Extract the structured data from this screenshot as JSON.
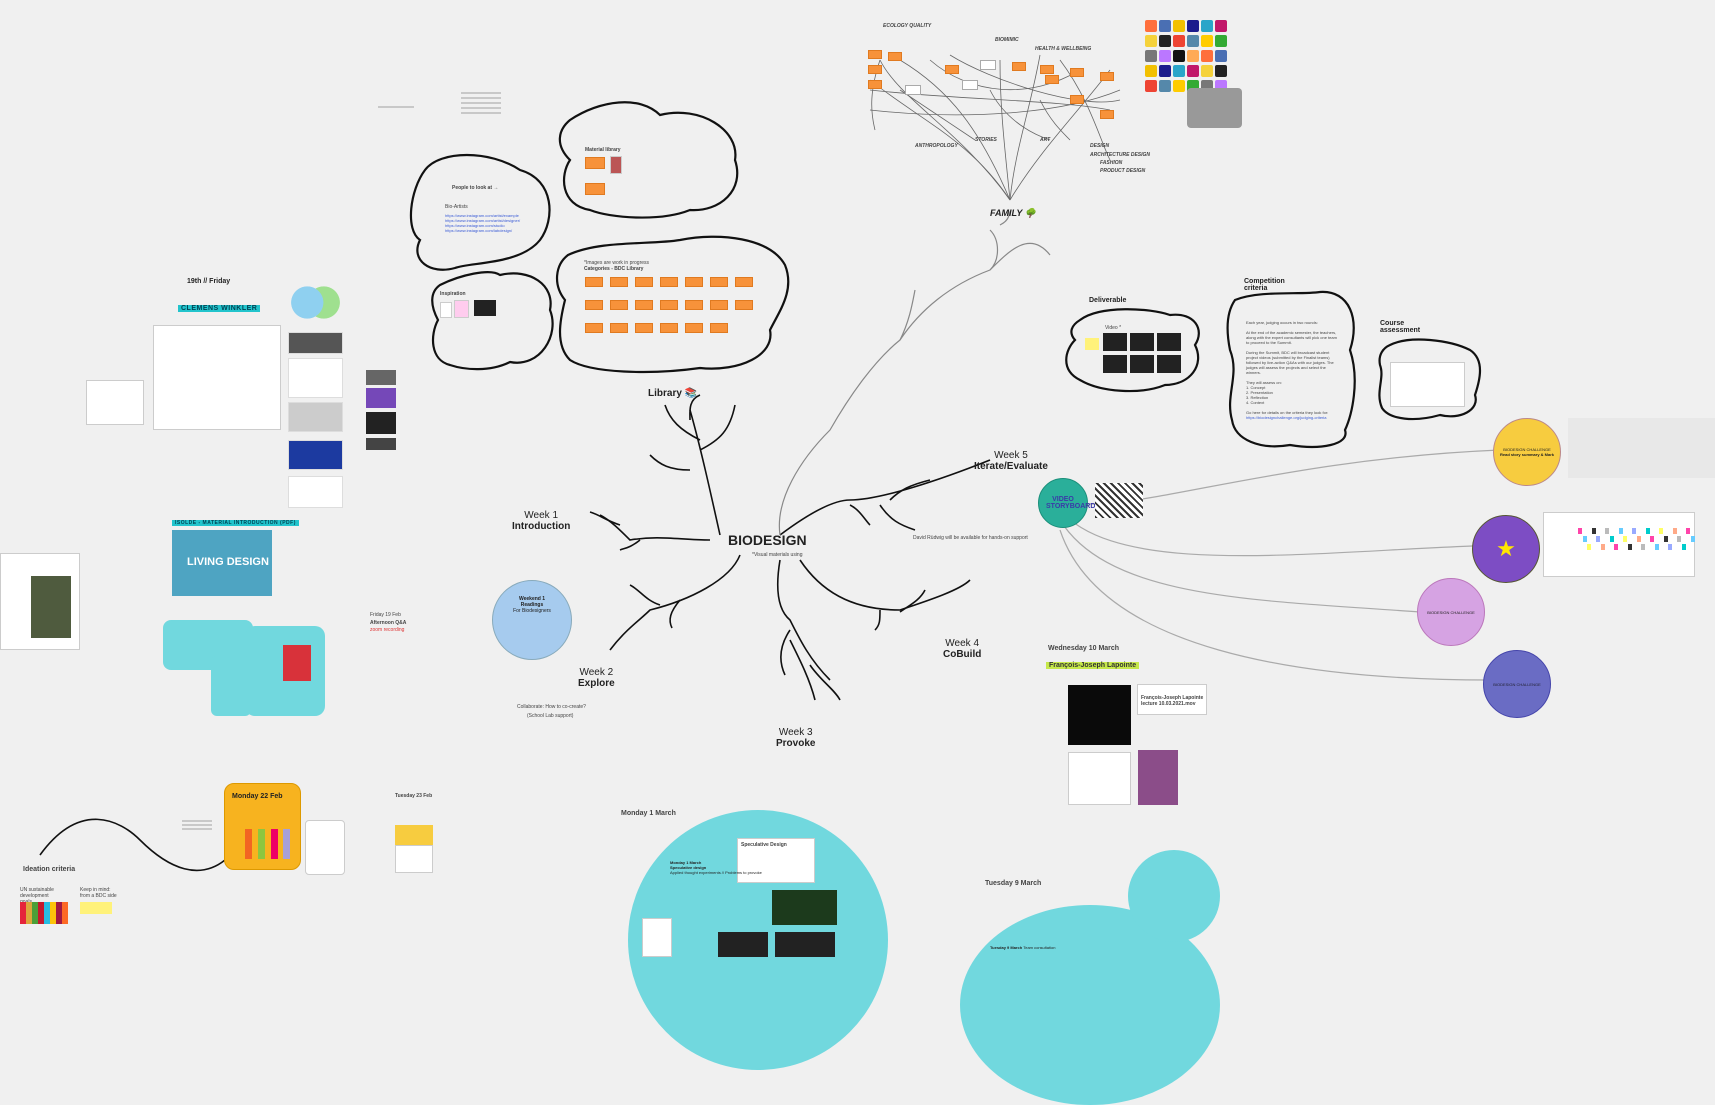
{
  "center": {
    "title": "BIODESIGN",
    "subtitle": "*Visual materials using"
  },
  "weeks": [
    {
      "week": "Week 1",
      "topic": "Introduction"
    },
    {
      "week": "Week 2",
      "topic": "Explore"
    },
    {
      "week": "Week 3",
      "topic": "Provoke"
    },
    {
      "week": "Week 4",
      "topic": "CoBuild"
    },
    {
      "week": "Week 5",
      "topic": "Iterate/Evaluate"
    }
  ],
  "notes": {
    "week5_note": "David Rüdwig will be available for hands-on support",
    "week2_note1": "Collaborate: How to co-create?",
    "week2_note2": "(School Lab support)"
  },
  "library": {
    "label": "Library",
    "emoji": "📚",
    "material_library": "Material library",
    "people_title": "People to look at →",
    "people_sub": "Bio-Artists",
    "people_links": [
      "https://www.instagram.com/artist/example",
      "https://www.instagram.com/artist/designer/",
      "https://www.instagram.com/studio",
      "https://www.instagram.com/labdesign/"
    ],
    "inspiration": "Inspiration",
    "categories_note": "*Images are work in progress",
    "categories_title": "Categories - BDC Library"
  },
  "family": {
    "label": "FAMILY",
    "emoji": "🌳",
    "nodes_top": [
      "ECOLOGY QUALITY",
      "BIOMIMIC",
      "HEALTH & WELLBEING"
    ],
    "nodes_bottom": [
      "ANTHROPOLOGY",
      "STORIES",
      "ART",
      "DESIGN",
      "ARCHITECTURE DESIGN",
      "FASHION",
      "PRODUCT DESIGN"
    ]
  },
  "deliverable": {
    "title": "Deliverable",
    "video_label": "Video *"
  },
  "competition": {
    "title": "Competition criteria",
    "p1": "Each year, judging occurs in two rounds:",
    "p2": "At the end of the academic semester, the teachers, along with the expert consultants will pick one team to proceed to the Summit.",
    "p3": "During the Summit, BDC will broadcast student project videos (submitted by the Finalist teams) followed by live-action Q&As with our judges. The judges will assess the projects and select the winners.",
    "p4": "They will assess on:",
    "list": [
      "1. Concept",
      "2. Presentation",
      "3. Reflection",
      "4. Context"
    ],
    "p5": "Go here for details on the criteria they look for:",
    "link": "https://biodesignchallenge.org/judging-criteria"
  },
  "course_assessment": {
    "title": "Course assessment"
  },
  "storyboards": {
    "label": "VIDEO STORYBOARDS"
  },
  "circles": {
    "yellow_top": "BIODESIGN CHALLENGE",
    "yellow_text": "Read story summary & Mark",
    "pink": "BIODESIGN CHALLENGE",
    "blue": "BIODESIGN CHALLENGE"
  },
  "left": {
    "friday19": "19th // Friday",
    "clemens": "CLEMENS WINKLER",
    "living_design": "LIVING DESIGN",
    "material_intro": "ISOLDE - MATERIAL INTRODUCTION (PDF)",
    "friday19_qa_date": "Friday 19 Feb",
    "afternoon_qa": "Afternoon Q&A",
    "zoom": "zoom recording"
  },
  "weekend": {
    "title": "Weekend 1",
    "sub": "Readings",
    "note": "For Biodesigners"
  },
  "monday22": {
    "title": "Monday 22 Feb"
  },
  "tuesday23": {
    "title": "Tuesday 23 Feb"
  },
  "ideation": {
    "title": "Ideation criteria",
    "a": "UN sustainable development goals",
    "b": "Keep in mind: from a BDC side"
  },
  "monday1": {
    "title": "Monday 1 March",
    "specul": "Speculative Design",
    "sub_title": "Monday 1 March",
    "sub_line": "Speculative design",
    "sub_desc": "Applied thought experiments // Problems to provoke"
  },
  "wed10": {
    "title": "Wednesday 10 March",
    "name": "François-Joseph Lapointe",
    "file_title": "François-Joseph Lapointe lecture 10.03.2021.mov"
  },
  "tuesday9": {
    "title": "Tuesday 9 March",
    "sub_title": "Tuesday 9 March",
    "sub_line": "Team consultation"
  },
  "colors": {
    "canvas": "#f0f0f0",
    "orange": "#f7923a",
    "teal": "#71d8de",
    "week_circle": "#a6cbee",
    "storyboards": "#2aaf9a",
    "yellow": "#f7cc3f",
    "purple": "#7d4dc4",
    "pink": "#d6a3e3",
    "indigo": "#6a6cc4"
  }
}
